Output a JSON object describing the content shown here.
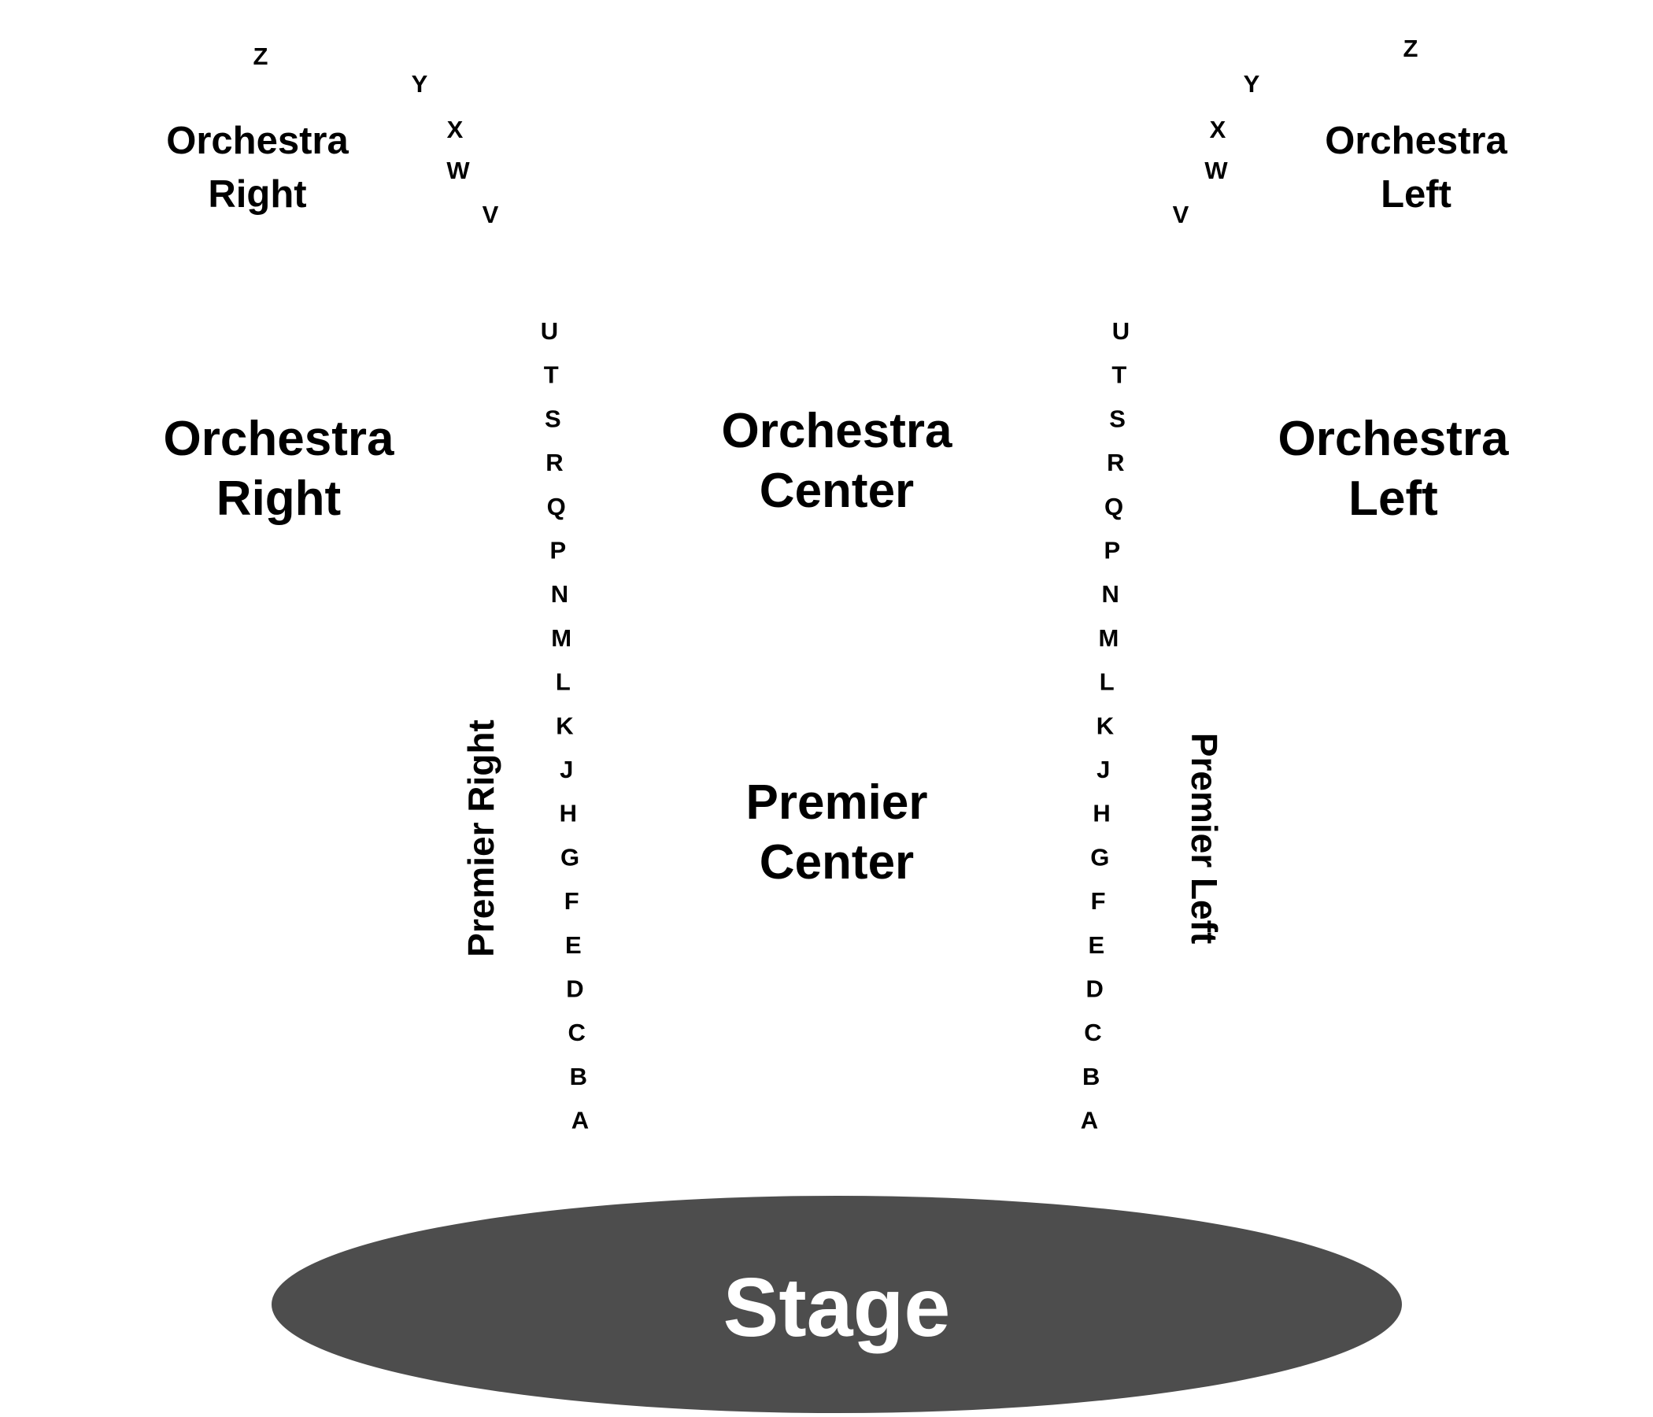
{
  "colors": {
    "background": "#ffffff",
    "text": "#000000",
    "stage_fill": "#4d4d4d",
    "stage_text": "#ffffff"
  },
  "stage": {
    "label": "Stage"
  },
  "sections": {
    "orchestra_right_upper": {
      "line1": "Orchestra",
      "line2": "Right"
    },
    "orchestra_left_upper": {
      "line1": "Orchestra",
      "line2": "Left"
    },
    "orchestra_right": {
      "line1": "Orchestra",
      "line2": "Right"
    },
    "orchestra_center": {
      "line1": "Orchestra",
      "line2": "Center"
    },
    "orchestra_left": {
      "line1": "Orchestra",
      "line2": "Left"
    },
    "premier_center": {
      "line1": "Premier",
      "line2": "Center"
    },
    "premier_right": {
      "label": "Premier Right"
    },
    "premier_left": {
      "label": "Premier Left"
    }
  },
  "rows": {
    "upper_right": [
      "Z",
      "Y",
      "X",
      "W",
      "V"
    ],
    "upper_left": [
      "Z",
      "Y",
      "X",
      "W",
      "V"
    ],
    "aisle_right": [
      "U",
      "T",
      "S",
      "R",
      "Q",
      "P",
      "N",
      "M",
      "L",
      "K",
      "J",
      "H",
      "G",
      "F",
      "E",
      "D",
      "C",
      "B",
      "A"
    ],
    "aisle_left": [
      "U",
      "T",
      "S",
      "R",
      "Q",
      "P",
      "N",
      "M",
      "L",
      "K",
      "J",
      "H",
      "G",
      "F",
      "E",
      "D",
      "C",
      "B",
      "A"
    ]
  }
}
